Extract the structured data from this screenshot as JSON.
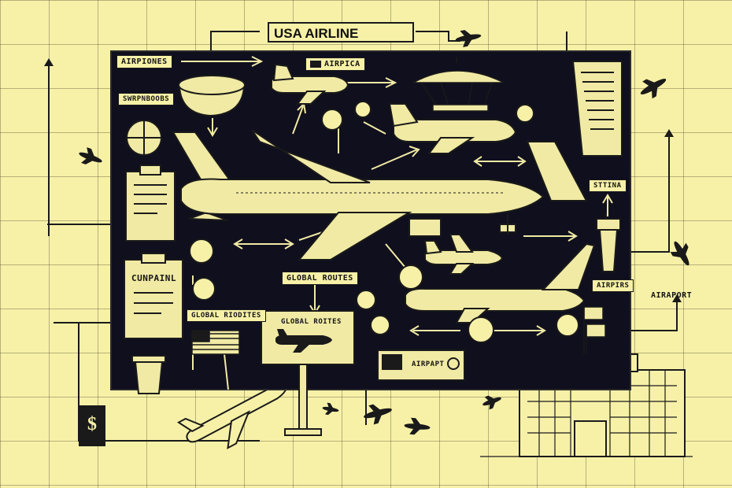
{
  "title": "USA AIRLINE",
  "labels": {
    "airplanes": "AIRPIONES",
    "subtitle_small": "SWRPNBOOBS",
    "america": "AIRPICA",
    "company": "CUNPAINL",
    "global_routes_center": "GLOBAL ROUTES",
    "global_routes_left": "GLOBAL RIODITES",
    "global_routes_sign": "GLOBAL ROITES",
    "airport_card": "AIRPAPT",
    "right_tag_top": "STTINA",
    "right_tag_mid": "AIRPIRS",
    "airport_right": "AIRAPORT",
    "dollar": "$"
  },
  "colors": {
    "background": "#f7f1a8",
    "board": "#0f0f1e",
    "ink": "#1a1a1a",
    "sketch": "#f1eaa4"
  },
  "icons": [
    "airplane-icon",
    "globe-icon",
    "flag-icon",
    "clipboard-icon",
    "building-icon",
    "control-tower-icon",
    "dollar-icon",
    "trash-bin-icon",
    "bowl-icon"
  ]
}
